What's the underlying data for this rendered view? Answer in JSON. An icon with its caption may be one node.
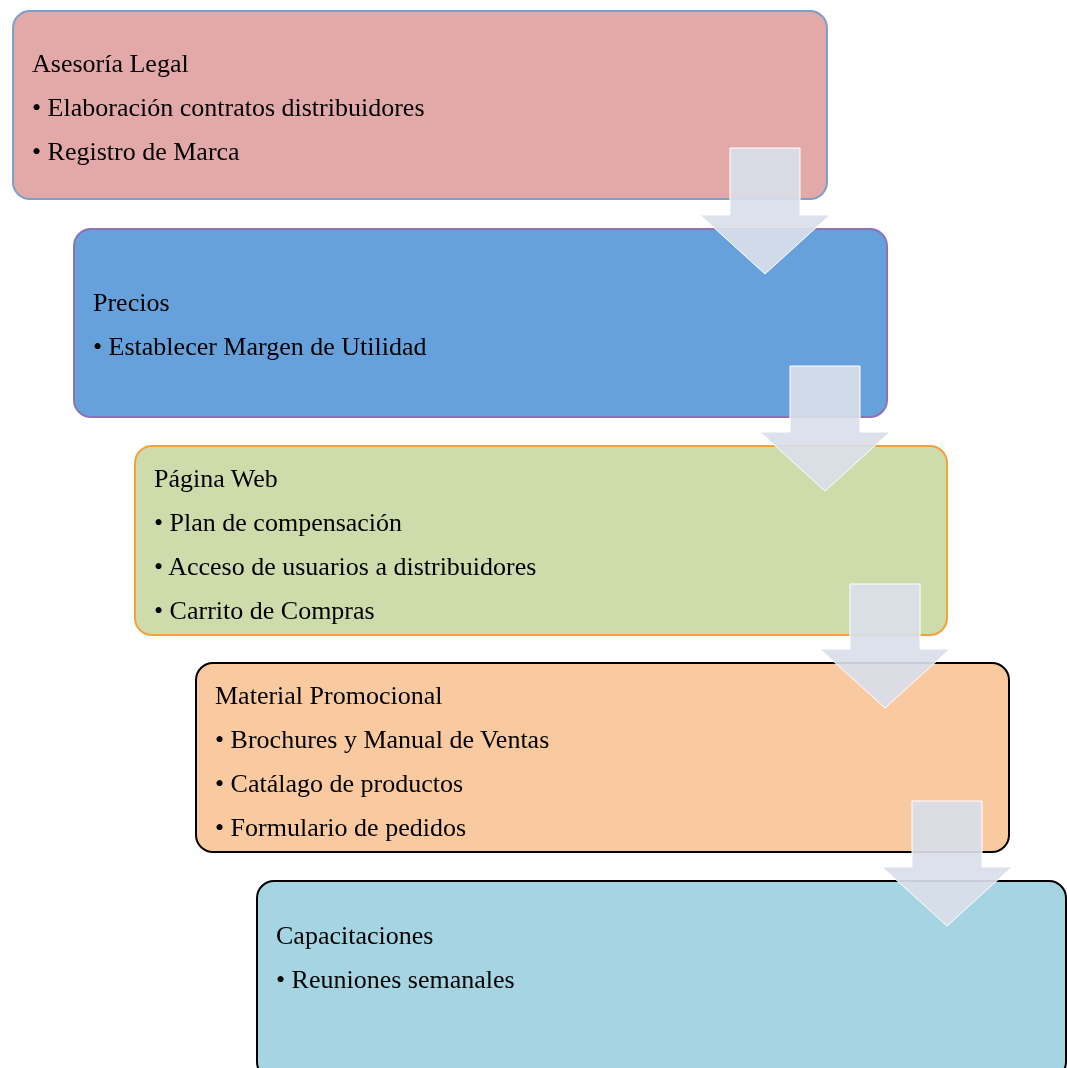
{
  "diagram": {
    "nodes": [
      {
        "text": [
          "Asesoría Legal",
          "• Elaboración contratos distribuidores",
          "• Registro de Marca"
        ]
      },
      {
        "text": [
          "Precios",
          "• Establecer Margen de Utilidad"
        ]
      },
      {
        "text": [
          "Página Web",
          "• Plan de compensación",
          "• Acceso de usuarios a distribuidores",
          "• Carrito de Compras"
        ]
      },
      {
        "text": [
          "Material Promocional",
          "• Brochures y Manual de Ventas",
          "• Catálago de productos",
          "• Formulario de pedidos"
        ]
      },
      {
        "text": [
          "Capacitaciones",
          "• Reuniones semanales"
        ]
      }
    ],
    "edges": [
      {
        "from": 0,
        "to": 1,
        "arrow": "to"
      },
      {
        "from": 1,
        "to": 2,
        "arrow": "to"
      },
      {
        "from": 2,
        "to": 3,
        "arrow": "to"
      },
      {
        "from": 3,
        "to": 4,
        "arrow": "to"
      }
    ]
  }
}
